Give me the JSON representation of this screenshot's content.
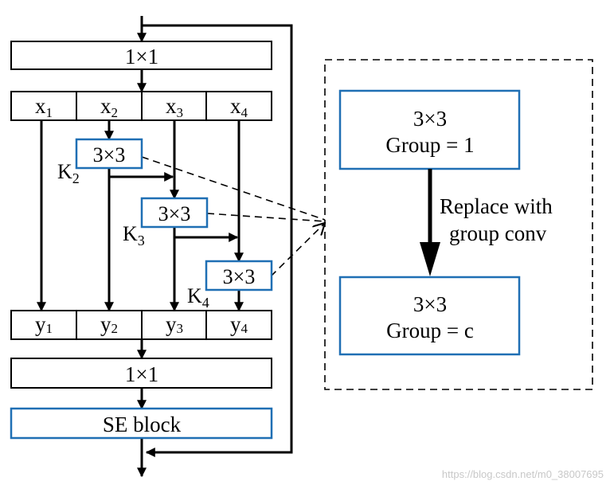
{
  "colors": {
    "stroke": "#000000",
    "accent_blue": "#1f6fb4",
    "watermark": "#c8c8c8"
  },
  "left": {
    "top_conv": "1×1",
    "split_cells": [
      {
        "base": "x",
        "sub": "1"
      },
      {
        "base": "x",
        "sub": "2"
      },
      {
        "base": "x",
        "sub": "3"
      },
      {
        "base": "x",
        "sub": "4"
      }
    ],
    "k_blocks": [
      {
        "label": "3×3",
        "k_base": "K",
        "k_sub": "2"
      },
      {
        "label": "3×3",
        "k_base": "K",
        "k_sub": "3"
      },
      {
        "label": "3×3",
        "k_base": "K",
        "k_sub": "4"
      }
    ],
    "merge_cells": [
      {
        "base": "y",
        "sub": "1"
      },
      {
        "base": "y",
        "sub": "2"
      },
      {
        "base": "y",
        "sub": "3"
      },
      {
        "base": "y",
        "sub": "4"
      }
    ],
    "bottom_conv": "1×1",
    "se_block": "SE block"
  },
  "right": {
    "box1": {
      "line1": "3×3",
      "line2": "Group = 1"
    },
    "arrow_label": {
      "line1": "Replace with",
      "line2": "group conv"
    },
    "box2": {
      "line1": "3×3",
      "line2": "Group = c"
    }
  },
  "watermark": "https://blog.csdn.net/m0_38007695"
}
